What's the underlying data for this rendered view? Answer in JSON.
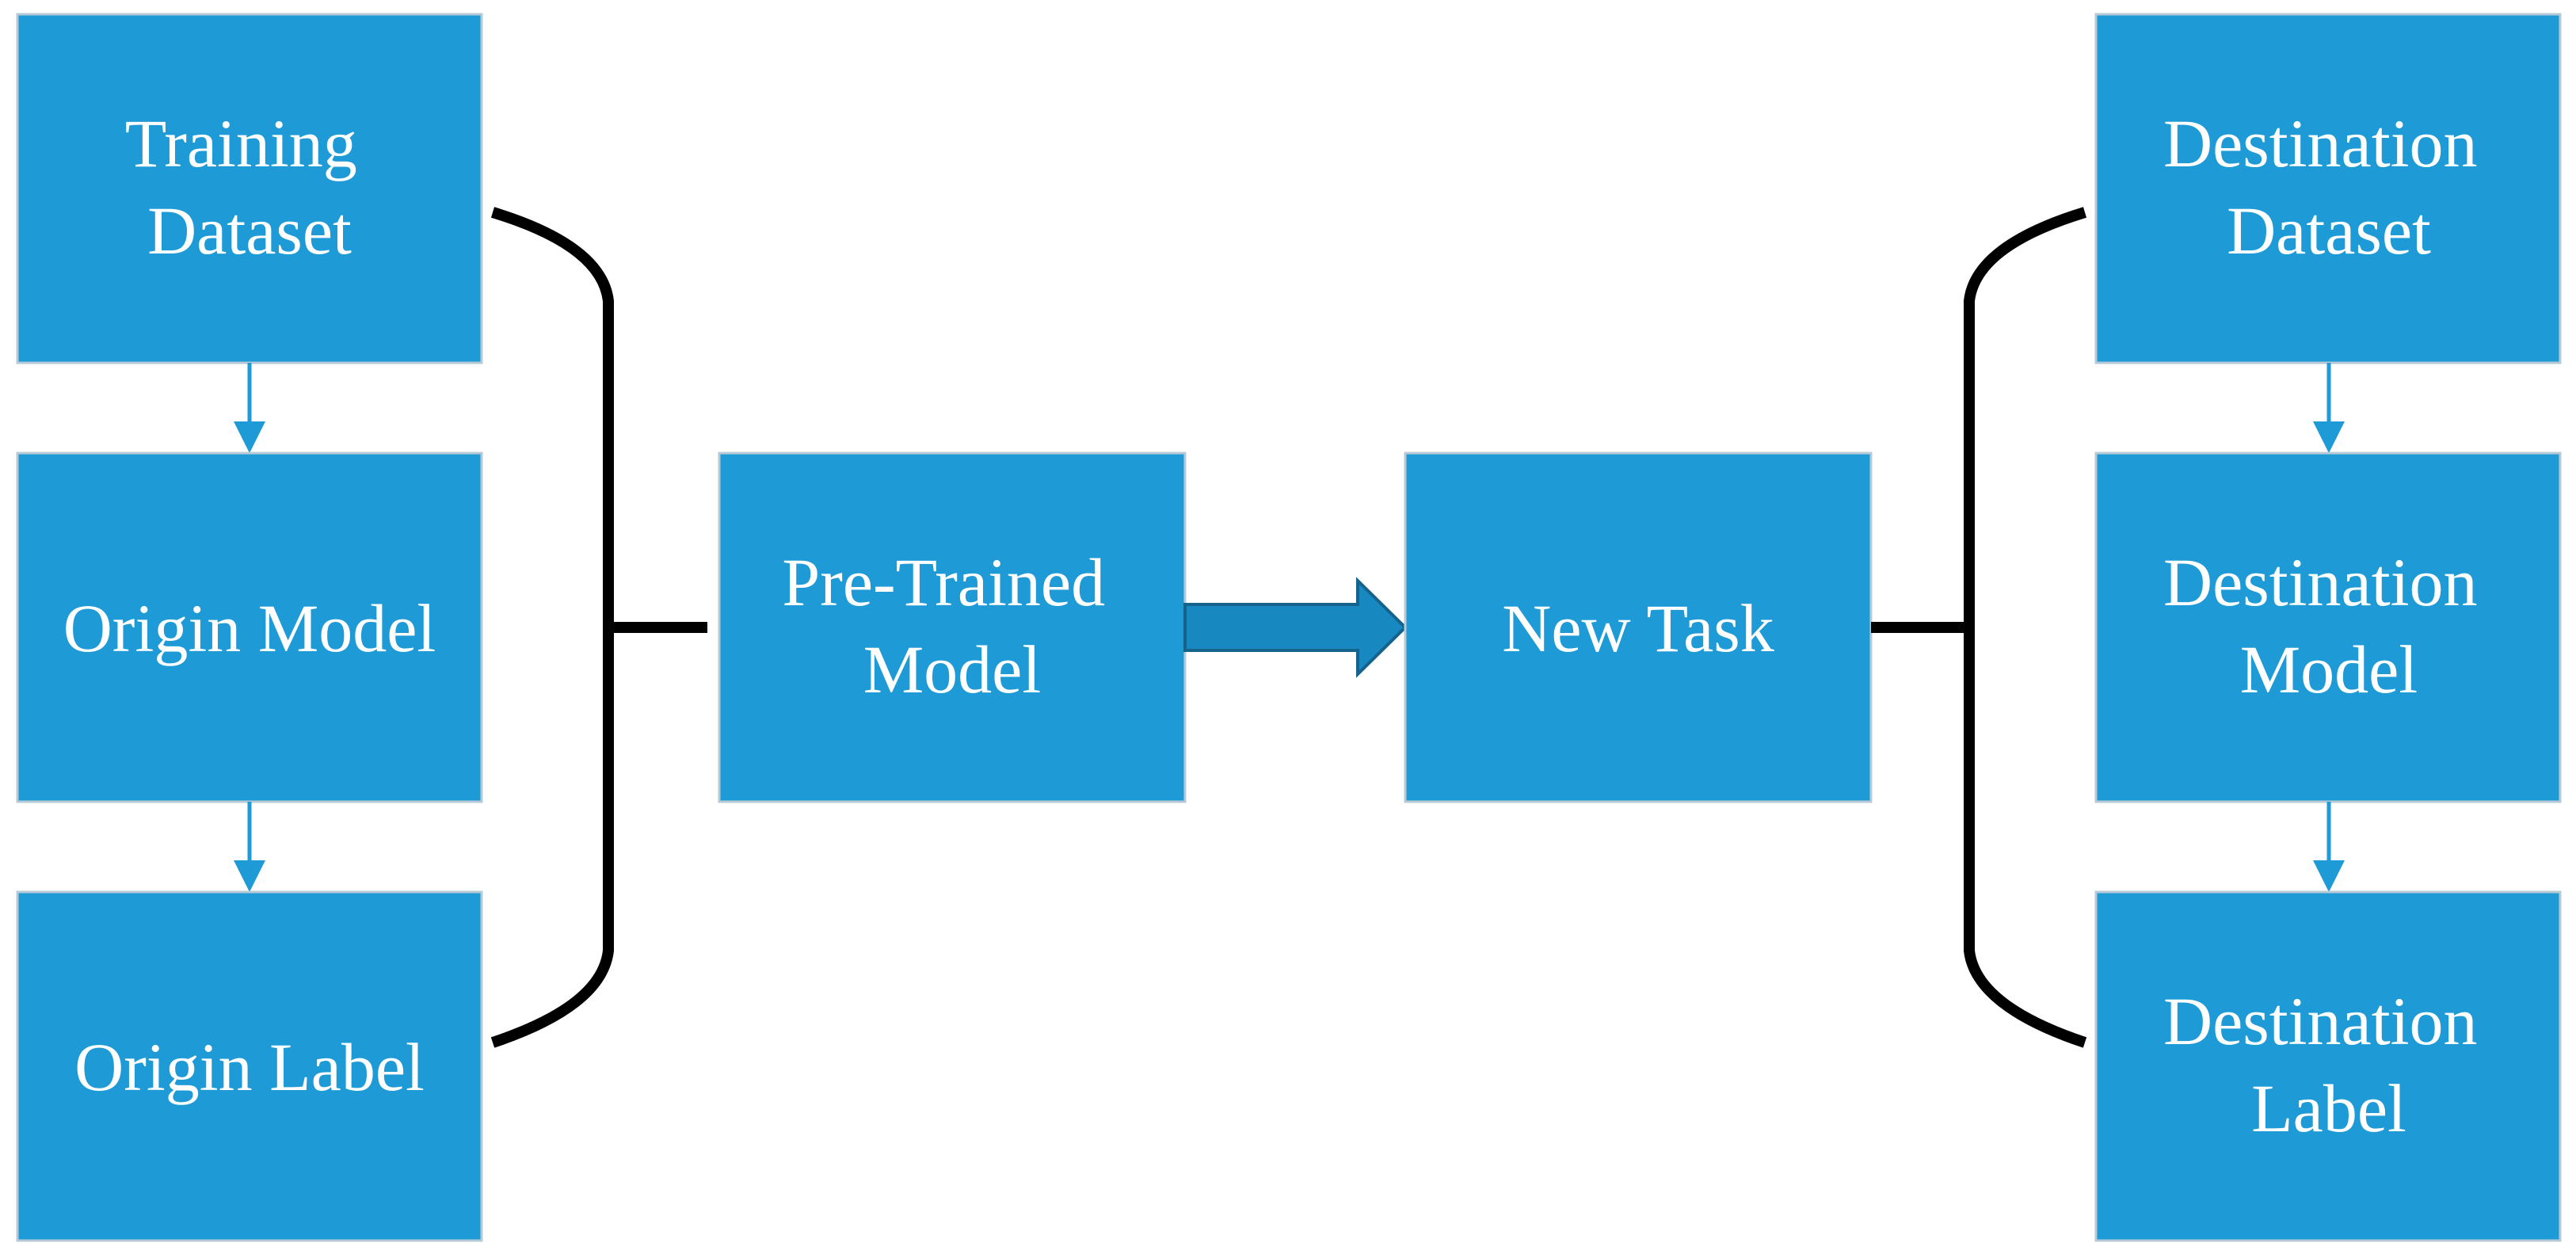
{
  "colors": {
    "box_fill": "#1e9bd7",
    "box_border": "#b7c9d4",
    "box_text": "#ffffff",
    "brace": "#000000",
    "flow_arrow": "#1e9bd7",
    "transfer_arrow": "#1889c0"
  },
  "source": {
    "training_dataset": [
      "Training",
      "Dataset"
    ],
    "origin_model": [
      "Origin Model"
    ],
    "origin_label": [
      "Origin Label"
    ]
  },
  "center": {
    "pretrained_model": [
      "Pre-Trained",
      "Model"
    ],
    "new_task": [
      "New Task"
    ]
  },
  "destination": {
    "destination_dataset": [
      "Destination",
      "Dataset"
    ],
    "destination_model": [
      "Destination",
      "Model"
    ],
    "destination_label": [
      "Destination",
      "Label"
    ]
  }
}
